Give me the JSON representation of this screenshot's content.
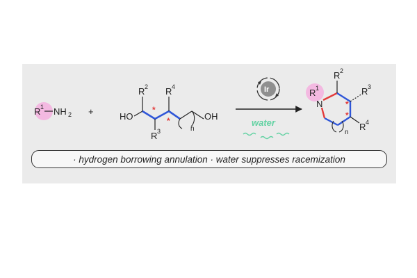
{
  "amine": {
    "r": "R",
    "r_sup": "1",
    "nh": "NH",
    "nh_sub": "2"
  },
  "plus": "+",
  "diol": {
    "ho": "HO",
    "oh": "OH",
    "r2": "R",
    "r2_sup": "2",
    "r3": "R",
    "r3_sup": "3",
    "r4": "R",
    "r4_sup": "4",
    "n": "n",
    "star": "*"
  },
  "catalyst": {
    "metal": "Ir"
  },
  "solvent": {
    "label": "water"
  },
  "product": {
    "r1": "R",
    "r1_sup": "1",
    "n_atom": "N",
    "r2": "R",
    "r2_sup": "2",
    "r3": "R",
    "r3_sup": "3",
    "r4": "R",
    "r4_sup": "4",
    "n": "n",
    "star": "*"
  },
  "banner": {
    "text": "· hydrogen borrowing annulation · water suppresses racemization"
  },
  "colors": {
    "pink": "#f3b9e1",
    "blue": "#2f56d8",
    "red": "#e33b3b",
    "green": "#63d2a3",
    "catalyst_gray": "#8f8f8f"
  }
}
